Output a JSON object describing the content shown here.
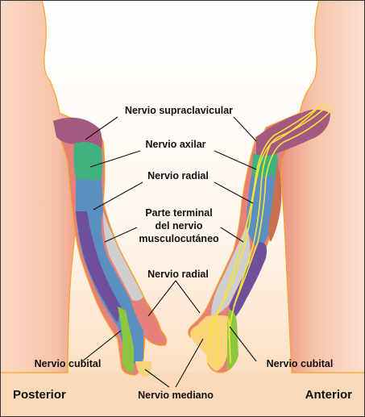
{
  "labels": {
    "supraclavicular": "Nervio supraclavicular",
    "axilar": "Nervio axilar",
    "radial_upper": "Nervio radial",
    "musculo_line1": "Parte terminal",
    "musculo_line2": "del nervio",
    "musculo_line3": "musculocutáneo",
    "radial_lower": "Nervio radial",
    "cubital_left": "Nervio cubital",
    "cubital_right": "Nervio cubital",
    "mediano": "Nervio mediano"
  },
  "sides": {
    "posterior": "Posterior",
    "anterior": "Anterior"
  },
  "colors": {
    "supraclavicular": "#a45a80",
    "axilar": "#3fb27f",
    "radial": "#5a8fc0",
    "musculocutaneo": "#c8c8c8",
    "mediano": "#fbd37a",
    "cubital": "#8dc63f",
    "posterior_antebrachial": "#6d4f9c",
    "skin_shade": "#e07f7f",
    "nerve_line": "#f7e33a",
    "outline": "#f5a623"
  }
}
